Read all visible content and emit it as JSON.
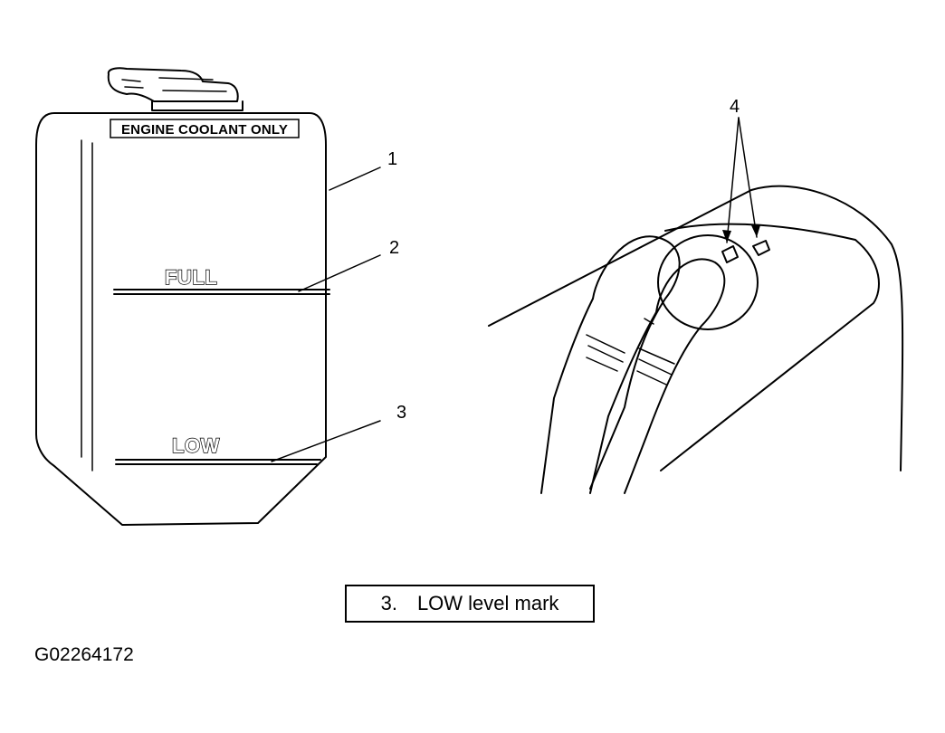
{
  "tank": {
    "cap_label": "ENGINE COOLANT ONLY",
    "full_mark": "FULL",
    "low_mark": "LOW"
  },
  "callouts": {
    "tank": "1",
    "full": "2",
    "low": "3",
    "hose_outlets": "4"
  },
  "caption": {
    "number": "3.",
    "text": "LOW level mark"
  },
  "figure_id": "G02264172"
}
